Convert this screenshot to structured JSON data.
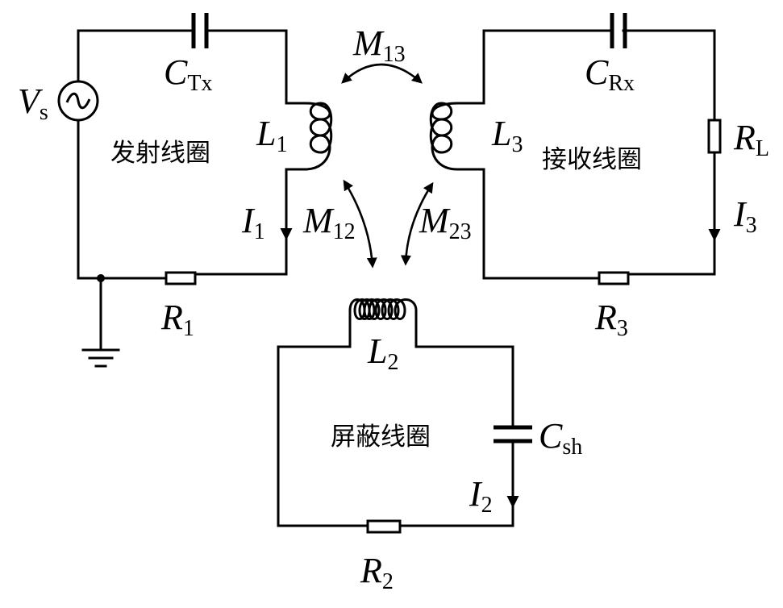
{
  "labels": {
    "vs": {
      "main": "V",
      "sub": "s"
    },
    "ctx": {
      "main": "C",
      "sub": "Tx"
    },
    "crx": {
      "main": "C",
      "sub": "Rx"
    },
    "l1": {
      "main": "L",
      "sub": "1"
    },
    "l2": {
      "main": "L",
      "sub": "2"
    },
    "l3": {
      "main": "L",
      "sub": "3"
    },
    "i1": {
      "main": "I",
      "sub": "1"
    },
    "i2": {
      "main": "I",
      "sub": "2"
    },
    "i3": {
      "main": "I",
      "sub": "3"
    },
    "r1": {
      "main": "R",
      "sub": "1"
    },
    "r2": {
      "main": "R",
      "sub": "2"
    },
    "r3": {
      "main": "R",
      "sub": "3"
    },
    "rl": {
      "main": "R",
      "sub": "L"
    },
    "csh": {
      "main": "C",
      "sub": "sh"
    },
    "m12": {
      "main": "M",
      "sub": "12"
    },
    "m13": {
      "main": "M",
      "sub": "13"
    },
    "m23": {
      "main": "M",
      "sub": "23"
    }
  },
  "coil_names": {
    "tx": "发射线圈",
    "rx": "接收线圈",
    "sh": "屏蔽线圈"
  },
  "colors": {
    "line": "#000000",
    "background": "#ffffff"
  },
  "icons": {
    "source": "ac-source-icon",
    "ground": "ground-icon"
  }
}
